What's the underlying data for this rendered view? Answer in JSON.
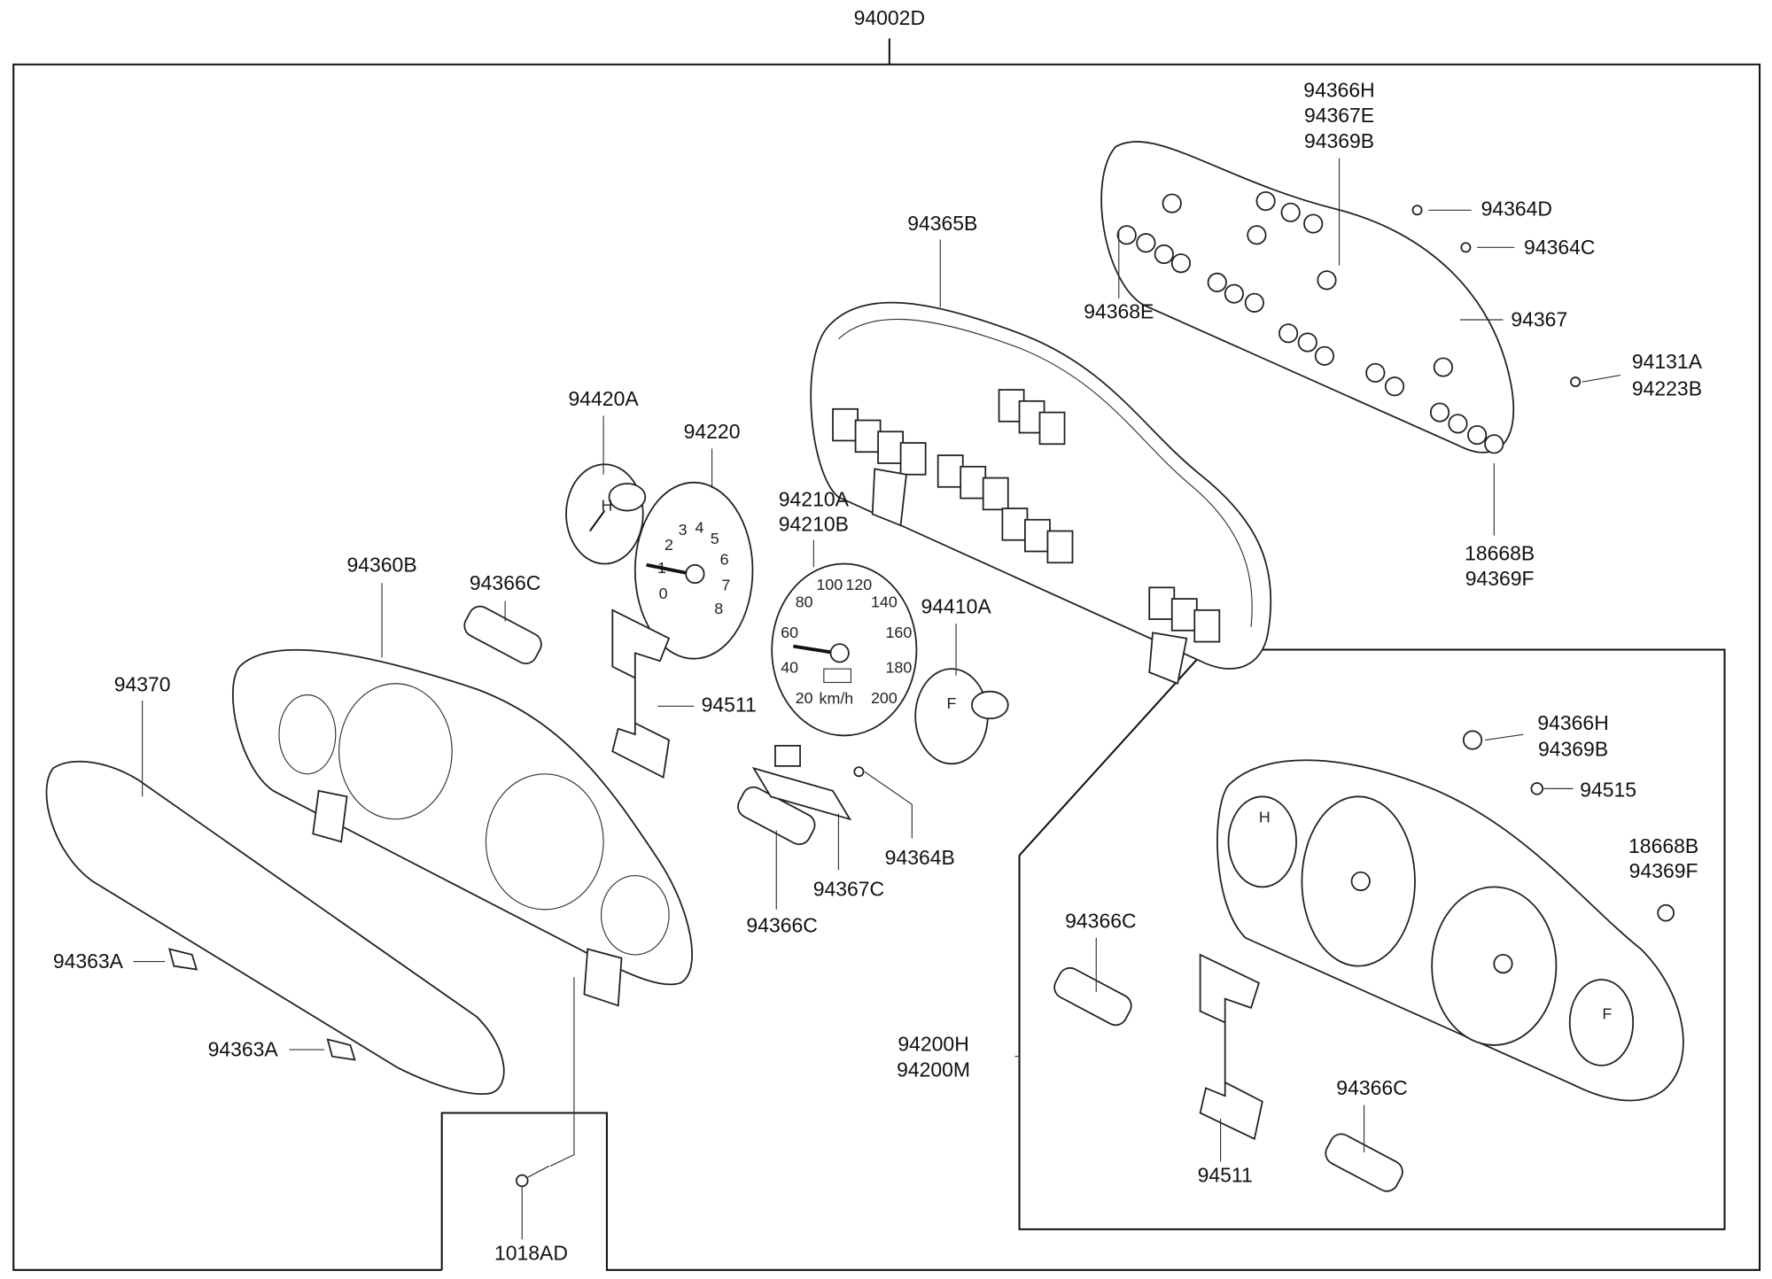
{
  "diagram": {
    "assembly_label": "94002D",
    "labels": {
      "bulbs_top": [
        "94366H",
        "94367E",
        "94369B"
      ],
      "screw_d": "94364D",
      "screw_c": "94364C",
      "case": "94365B",
      "socket": "94368E",
      "pcb": "94367",
      "screw_ab": [
        "94131A",
        "94223B"
      ],
      "temp_gauge": "94420A",
      "tacho": "94220",
      "speedo": [
        "94210A",
        "94210B"
      ],
      "bulbs_right": [
        "18668B",
        "94369F"
      ],
      "bezel": "94360B",
      "pad_top": "94366C",
      "fuel_gauge": "94410A",
      "lens": "94370",
      "insulator": "94511",
      "sub_bulbs": [
        "94366H",
        "94369B"
      ],
      "sub_screw": "94515",
      "screw_b": "94364B",
      "sub_bulbs_right": [
        "18668B",
        "94369F"
      ],
      "lcd": "94367C",
      "pad_mid": "94366C",
      "sub_pad_left": "94366C",
      "clip_1": "94363A",
      "assy": [
        "94200H",
        "94200M"
      ],
      "clip_2": "94363A",
      "sub_pad_right": "94366C",
      "sub_insulator": "94511",
      "screw_main": "1018AD"
    },
    "dial_marks": {
      "temp": "H",
      "fuel": "F",
      "tacho": [
        "0",
        "1",
        "2",
        "3",
        "4",
        "5",
        "6",
        "7",
        "8"
      ],
      "speedo": [
        "20",
        "40",
        "60",
        "80",
        "100",
        "120",
        "140",
        "160",
        "180",
        "200"
      ],
      "speedo_unit": "km/h"
    }
  }
}
